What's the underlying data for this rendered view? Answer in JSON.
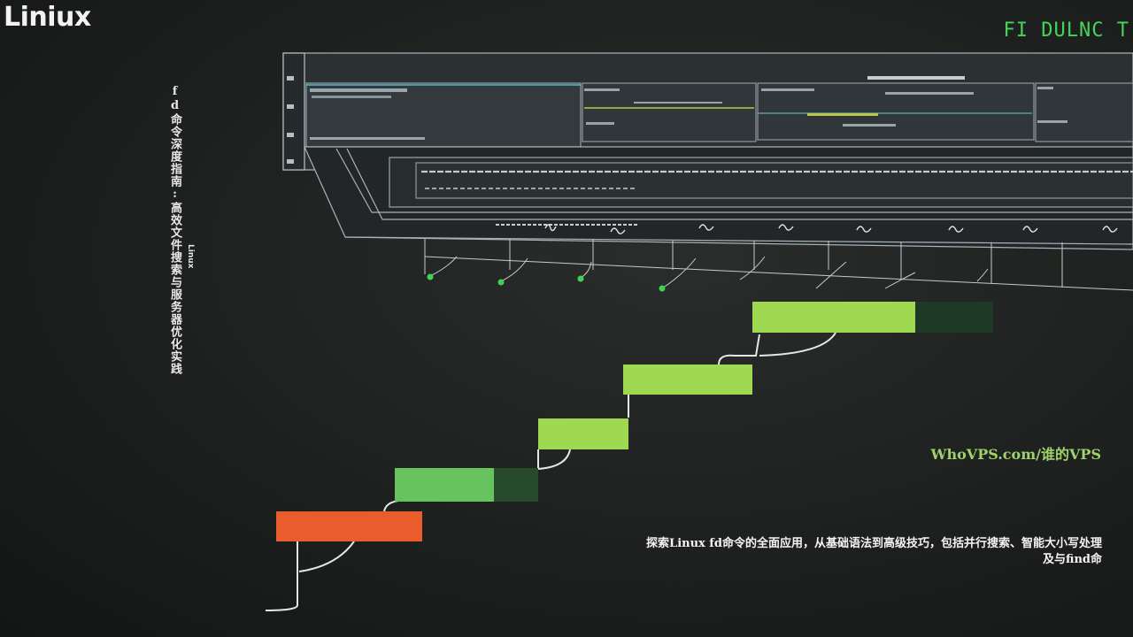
{
  "header": {
    "logo_text": "Liniux",
    "banner_text": "FI DULNC T"
  },
  "article": {
    "vertical_title": "fd命令深度指南:高效文件搜索与服务器优化实践",
    "vertical_sub": "Linux",
    "watermark": "WhoVPS.com/谁的VPS",
    "description": "探索Linux fd命令的全面应用，从基础语法到高级技巧，包括并行搜索、智能大小写处理及与find命"
  },
  "palette": {
    "accent_green": "#45d35a",
    "bar_green": "#9fd952",
    "bar_mid_green": "#67c35e",
    "bar_orange": "#ea5c2b",
    "line_color": "#d8dde0"
  },
  "steps": [
    {
      "id": "step-1",
      "color": "#ea5c2b"
    },
    {
      "id": "step-2",
      "color": "#67c35e"
    },
    {
      "id": "step-3",
      "color": "#9fd952"
    },
    {
      "id": "step-4",
      "color": "#9fd952"
    },
    {
      "id": "step-5",
      "color": "#9fd952"
    }
  ]
}
